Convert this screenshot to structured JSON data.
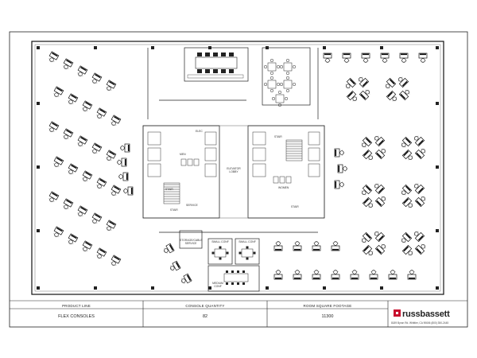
{
  "title_block": {
    "product_line_header": "PRODUCT LINE",
    "product_line_value": "FLEX CONSOLES",
    "console_quantity_header": "CONSOLE QUANTITY",
    "console_quantity_value": "82",
    "room_footage_header": "ROOM SQUARE FOOTAGE",
    "room_footage_value": "11300"
  },
  "brand": {
    "name": "russbassett",
    "address": "8189 Byron Rd. Whittier, CA 90606 (800) 350-2445",
    "color": "#c8102e"
  },
  "plan_labels": {
    "elevator_lobby": "ELEVATOR LOBBY",
    "mens": "MEN",
    "womens": "WOMEN",
    "stair_1": "STAIR",
    "stair_2": "STAIR",
    "stair_3": "STAIR",
    "stair_4": "STAIR",
    "elec": "ELEC",
    "service": "SERVICE",
    "small_conf_1": "SMALL CONF",
    "small_conf_2": "SMALL CONF",
    "medium_conf": "MEDIUM CONF",
    "storage": "STORAGE/CABLE SERVICE"
  },
  "colors": {
    "line": "#1a1a1a",
    "accent": "#c8102e"
  }
}
